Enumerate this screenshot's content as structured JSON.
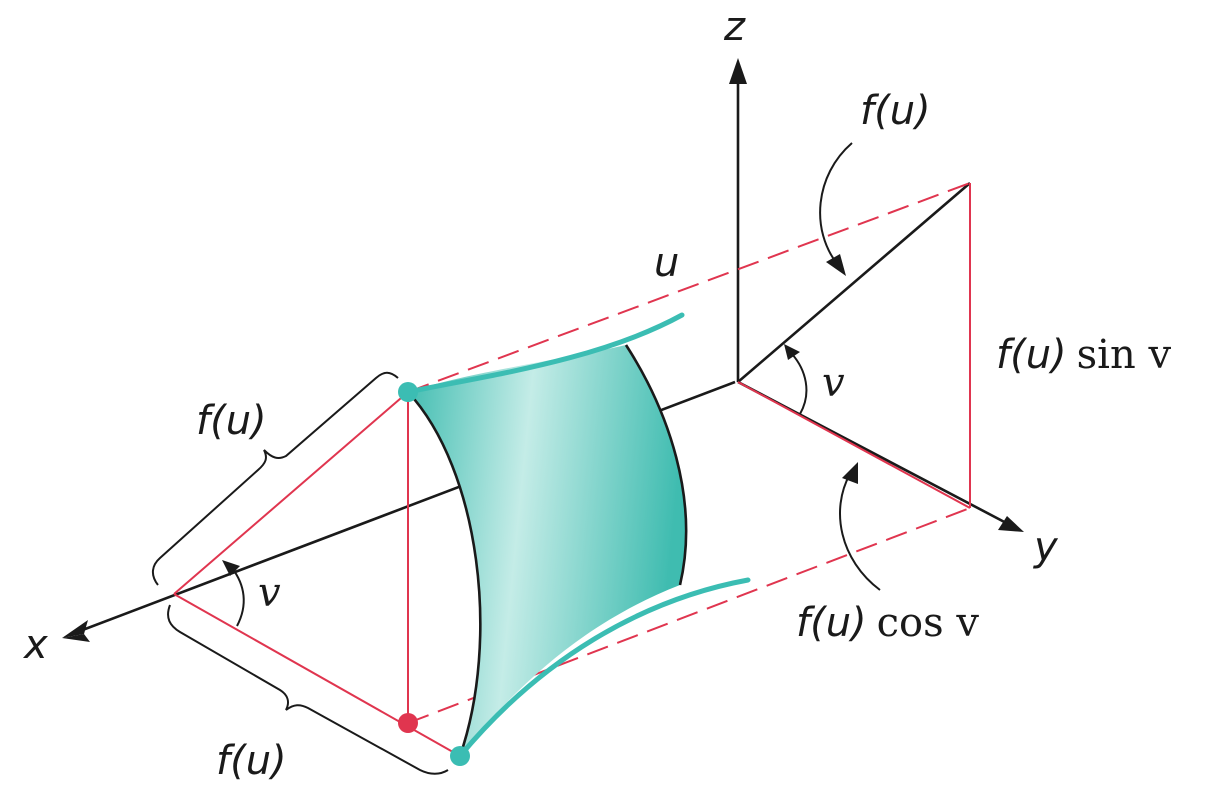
{
  "colors": {
    "axis": "#1a1a1a",
    "construction": "#e0354f",
    "surface": "#4cc4b8",
    "surface_light": "#bfe9e4",
    "point_cyan": "#3bbdb3",
    "point_red": "#e0354f"
  },
  "labels": {
    "axis_x": "x",
    "axis_y": "y",
    "axis_z": "z",
    "u": "u",
    "fu_top": "f(u)",
    "fu_left": "f(u)",
    "fu_bottom": "f(u)",
    "v_left": "v",
    "v_right": "v",
    "fu_sin_pre": "f(u)",
    "fu_sin_post": "sin v",
    "fu_cos_pre": "f(u)",
    "fu_cos_post": "cos v"
  },
  "icons": {
    "arrowhead": "arrowhead-icon",
    "point": "point-icon"
  }
}
